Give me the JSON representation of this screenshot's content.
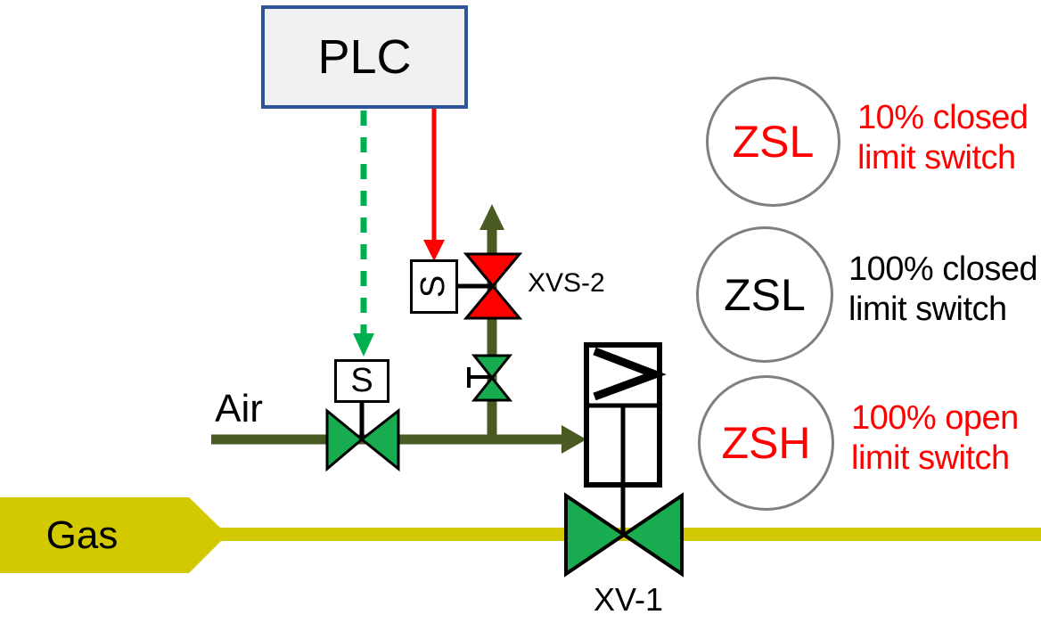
{
  "plc": {
    "label": "PLC"
  },
  "streams": {
    "air": "Air",
    "gas": "Gas"
  },
  "valves": {
    "xvs2": "XVS-2",
    "xv1": "XV-1",
    "solenoid_air": "S",
    "solenoid_vent": "S"
  },
  "legend": [
    {
      "tag": "ZSL",
      "line1": "10% closed",
      "line2": "limit switch",
      "color": "#FF0000"
    },
    {
      "tag": "ZSL",
      "line1": "100% closed",
      "line2": "limit switch",
      "color": "#000000"
    },
    {
      "tag": "ZSH",
      "line1": "100% open",
      "line2": "limit switch",
      "color": "#FF0000"
    }
  ],
  "colors": {
    "valve_green": "#19AB4F",
    "signal_green": "#00AF50",
    "pipe_olive": "#4A5A23",
    "gas_yellow": "#D2C900",
    "alarm_red": "#FF0000",
    "plc_border_blue": "#2E5597",
    "plc_fill": "#F1F1F3",
    "circle_gray": "#7F7F7F"
  }
}
